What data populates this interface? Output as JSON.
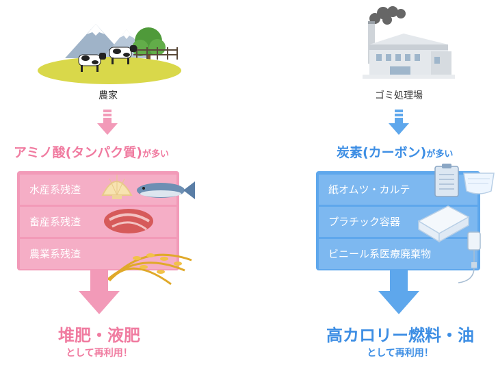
{
  "left": {
    "source_label": "農家",
    "headline_main": "アミノ酸(タンパク質)",
    "headline_suffix": "が多い",
    "items": [
      {
        "label": "水産系残渣"
      },
      {
        "label": "畜産系残渣"
      },
      {
        "label": "農業系残渣"
      }
    ],
    "result_title": "堆肥・液肥",
    "result_sub": "として再利用！",
    "color": "#f07ba0"
  },
  "right": {
    "source_label": "ゴミ処理場",
    "headline_main": "炭素(カーボン)",
    "headline_suffix": "が多い",
    "items": [
      {
        "label": "紙オムツ・カルテ"
      },
      {
        "label": "プラチック容器"
      },
      {
        "label": "ビニール系医療廃棄物"
      }
    ],
    "result_title": "高カロリー燃料・油",
    "result_sub": "として再利用！",
    "color": "#3d8ee4"
  }
}
